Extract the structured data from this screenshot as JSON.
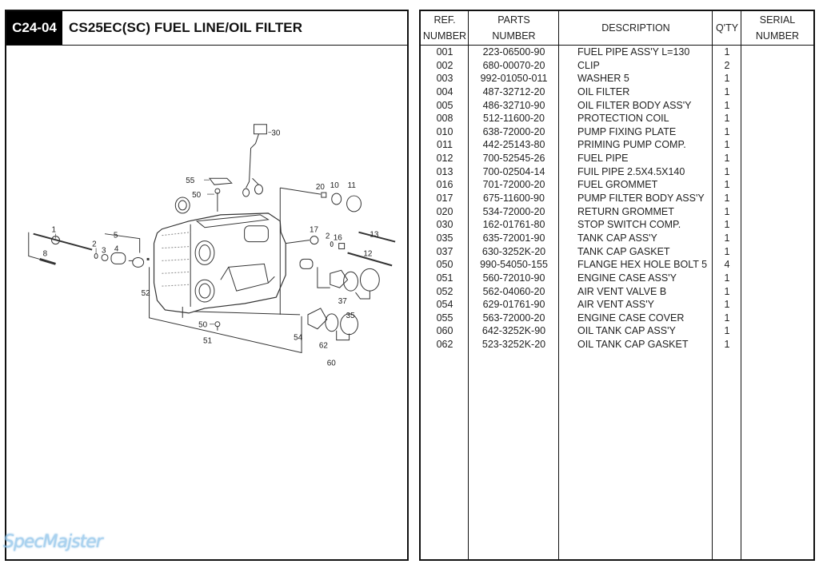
{
  "page": {
    "code": "C24-04",
    "title": "CS25EC(SC)  FUEL LINE/OIL FILTER",
    "watermark": "SpecMajster"
  },
  "diagram": {
    "callouts": [
      "1",
      "2",
      "3",
      "4",
      "5",
      "8",
      "52",
      "55",
      "50",
      "30",
      "20",
      "10",
      "11",
      "17",
      "2",
      "16",
      "13",
      "12",
      "37",
      "35",
      "50",
      "51",
      "54",
      "62",
      "60"
    ]
  },
  "table": {
    "headers": {
      "ref": [
        "REF.",
        "NUMBER"
      ],
      "parts": [
        "PARTS",
        "NUMBER"
      ],
      "description": "DESCRIPTION",
      "qty": "Q'TY",
      "serial": [
        "SERIAL",
        "NUMBER"
      ]
    },
    "rows": [
      {
        "ref": "001",
        "part": "223-06500-90",
        "desc": "FUEL PIPE ASS'Y L=130",
        "qty": "1",
        "serial": ""
      },
      {
        "ref": "002",
        "part": "680-00070-20",
        "desc": "CLIP",
        "qty": "2",
        "serial": ""
      },
      {
        "ref": "003",
        "part": "992-01050-011",
        "desc": "WASHER 5",
        "qty": "1",
        "serial": ""
      },
      {
        "ref": "004",
        "part": "487-32712-20",
        "desc": "OIL FILTER",
        "qty": "1",
        "serial": ""
      },
      {
        "ref": "005",
        "part": "486-32710-90",
        "desc": "OIL FILTER BODY ASS'Y",
        "qty": "1",
        "serial": ""
      },
      {
        "ref": "008",
        "part": "512-11600-20",
        "desc": "PROTECTION COIL",
        "qty": "1",
        "serial": ""
      },
      {
        "ref": "010",
        "part": "638-72000-20",
        "desc": "PUMP FIXING PLATE",
        "qty": "1",
        "serial": ""
      },
      {
        "ref": "011",
        "part": "442-25143-80",
        "desc": "PRIMING PUMP COMP.",
        "qty": "1",
        "serial": ""
      },
      {
        "ref": "012",
        "part": "700-52545-26",
        "desc": "FUEL PIPE",
        "qty": "1",
        "serial": ""
      },
      {
        "ref": "013",
        "part": "700-02504-14",
        "desc": "FUIL PIPE 2.5X4.5X140",
        "qty": "1",
        "serial": ""
      },
      {
        "ref": "016",
        "part": "701-72000-20",
        "desc": "FUEL GROMMET",
        "qty": "1",
        "serial": ""
      },
      {
        "ref": "017",
        "part": "675-11600-90",
        "desc": "PUMP FILTER BODY ASS'Y",
        "qty": "1",
        "serial": ""
      },
      {
        "ref": "020",
        "part": "534-72000-20",
        "desc": "RETURN GROMMET",
        "qty": "1",
        "serial": ""
      },
      {
        "ref": "030",
        "part": "162-01761-80",
        "desc": "STOP SWITCH COMP.",
        "qty": "1",
        "serial": ""
      },
      {
        "ref": "035",
        "part": "635-72001-90",
        "desc": "TANK CAP ASS'Y",
        "qty": "1",
        "serial": ""
      },
      {
        "ref": "037",
        "part": "630-3252K-20",
        "desc": "TANK CAP GASKET",
        "qty": "1",
        "serial": ""
      },
      {
        "ref": "050",
        "part": "990-54050-155",
        "desc": "FLANGE HEX HOLE BOLT 5",
        "qty": "4",
        "serial": ""
      },
      {
        "ref": "051",
        "part": "560-72010-90",
        "desc": "ENGINE CASE ASS'Y",
        "qty": "1",
        "serial": ""
      },
      {
        "ref": "052",
        "part": "562-04060-20",
        "desc": "AIR VENT VALVE B",
        "qty": "1",
        "serial": ""
      },
      {
        "ref": "054",
        "part": "629-01761-90",
        "desc": "AIR VENT ASS'Y",
        "qty": "1",
        "serial": ""
      },
      {
        "ref": "055",
        "part": "563-72000-20",
        "desc": "ENGINE CASE COVER",
        "qty": "1",
        "serial": ""
      },
      {
        "ref": "060",
        "part": "642-3252K-90",
        "desc": "OIL TANK CAP ASS'Y",
        "qty": "1",
        "serial": ""
      },
      {
        "ref": "062",
        "part": "523-3252K-20",
        "desc": "OIL TANK CAP GASKET",
        "qty": "1",
        "serial": ""
      }
    ]
  }
}
